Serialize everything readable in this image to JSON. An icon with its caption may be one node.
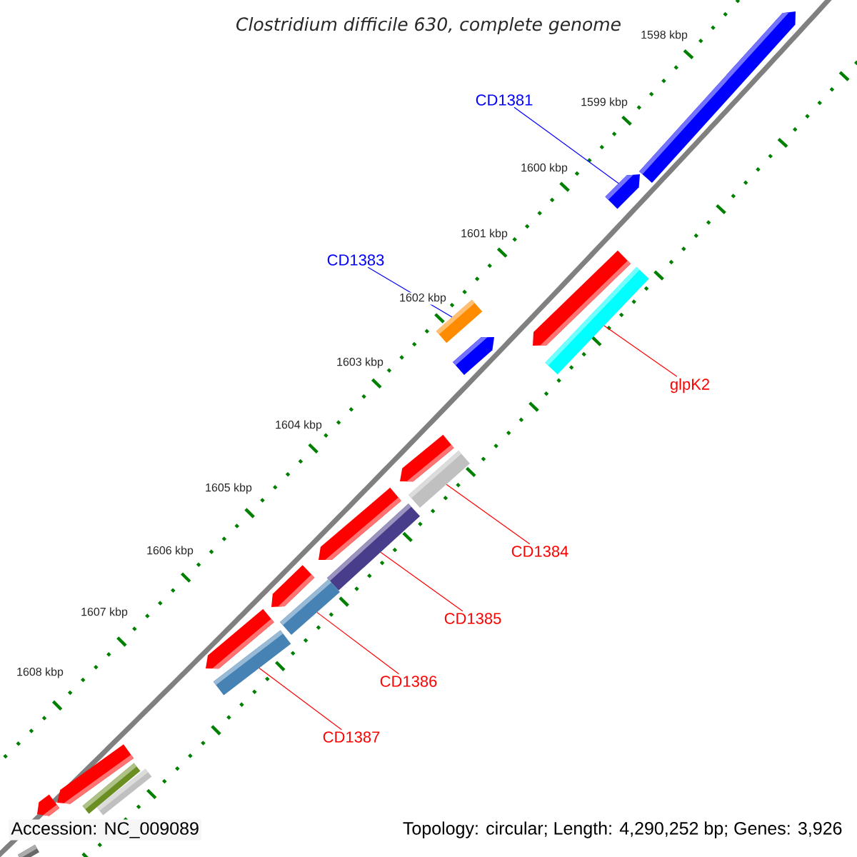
{
  "diagram": {
    "title": "Clostridium difficile 630, complete genome",
    "nodes": [
      {
        "text": [
          "CD1381"
        ]
      },
      {
        "text": [],
        "shape": "pentagon"
      },
      {
        "text": [],
        "shape": "pentagon"
      },
      {
        "text": [
          "CD1383"
        ]
      },
      {
        "text": [],
        "shape": "bar"
      },
      {
        "text": [],
        "shape": "pentagon"
      },
      {
        "text": [],
        "shape": "pentagon"
      },
      {
        "text": [],
        "shape": "bar"
      },
      {
        "text": [
          "glpK2"
        ]
      },
      {
        "text": [],
        "shape": "pentagon"
      },
      {
        "text": [],
        "shape": "bar"
      },
      {
        "text": [
          "CD1384"
        ]
      },
      {
        "text": [],
        "shape": "pentagon"
      },
      {
        "text": [],
        "shape": "bar"
      },
      {
        "text": [
          "CD1385"
        ]
      },
      {
        "text": [],
        "shape": "pentagon"
      },
      {
        "text": [],
        "shape": "bar"
      },
      {
        "text": [
          "CD1386"
        ]
      },
      {
        "text": [],
        "shape": "pentagon"
      },
      {
        "text": [],
        "shape": "bar"
      },
      {
        "text": [
          "CD1387"
        ]
      },
      {
        "text": [],
        "shape": "pentagon"
      },
      {
        "text": [],
        "shape": "bar"
      },
      {
        "text": [],
        "shape": "bar"
      },
      {
        "text": [],
        "shape": "pentagon"
      },
      {
        "text": [],
        "shape": "bar"
      }
    ],
    "edges": [
      {
        "from": 0,
        "to": 2,
        "arrow": "none",
        "color": "#0000ff"
      },
      {
        "from": 3,
        "to": 4,
        "arrow": "none",
        "color": "#0000ff"
      },
      {
        "from": 8,
        "to": 7,
        "arrow": "none"
      },
      {
        "from": 11,
        "to": 10,
        "arrow": "none"
      },
      {
        "from": 14,
        "to": 13,
        "arrow": "none"
      },
      {
        "from": 17,
        "to": 16,
        "arrow": "none"
      },
      {
        "from": 20,
        "to": 19,
        "arrow": "none"
      }
    ],
    "labels": [
      "1598 kbp",
      "1599 kbp",
      "1600 kbp",
      "1601 kbp",
      "1602 kbp",
      "1603 kbp",
      "1604 kbp",
      "1605 kbp",
      "1606 kbp",
      "1607 kbp",
      "1608 kbp",
      "Accession: NC_009089",
      "Topology: circular; Length: 4,290,252 bp; Genes: 3,926"
    ]
  }
}
